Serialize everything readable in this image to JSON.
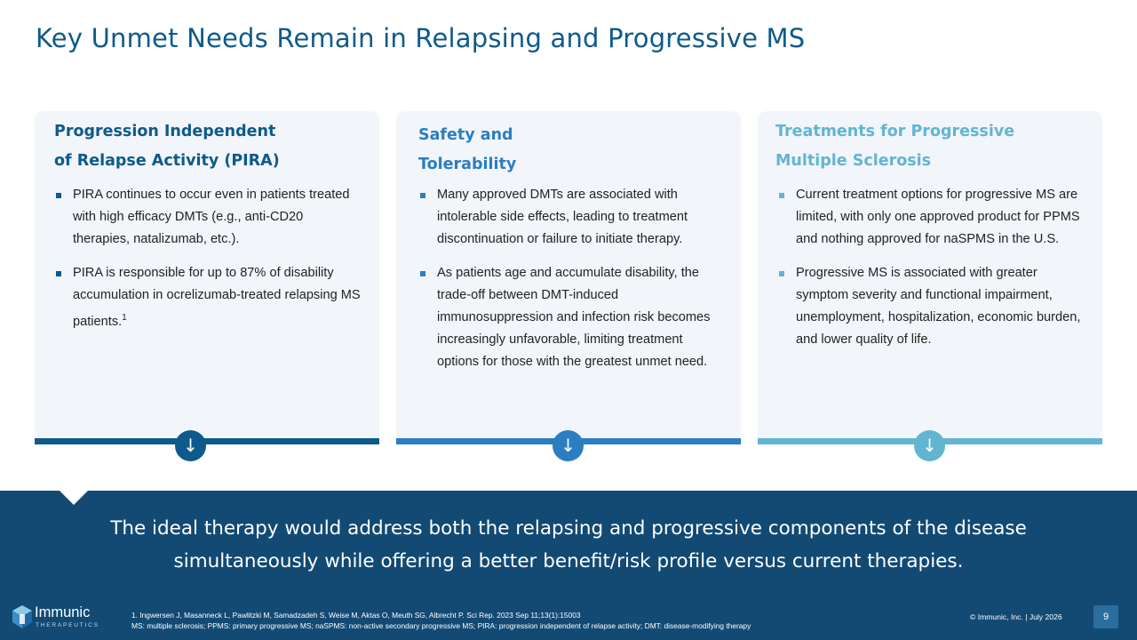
{
  "slide": {
    "title": "Key Unmet Needs Remain in Relapsing and Progressive MS"
  },
  "colors": {
    "card1_accent": "#0e5a8a",
    "card2_accent": "#2b7ec1",
    "card3_accent": "#62b5d2",
    "banner": "#124a74"
  },
  "cards": [
    {
      "heading_line1": "Progression Independent",
      "heading_line2": "of Relapse Activity (PIRA)",
      "bullets": [
        {
          "text": "PIRA continues to occur even in patients treated with high efficacy DMTs (e.g., anti-CD20 therapies, natalizumab, etc.)."
        },
        {
          "text": "PIRA is responsible for up to 87% of disability accumulation in ocrelizumab-treated relapsing MS patients.",
          "sup": "1"
        }
      ],
      "arrow_icon": "↓"
    },
    {
      "heading_line1": "Safety and",
      "heading_line2": "Tolerability",
      "bullets": [
        {
          "text": "Many approved DMTs are associated with intolerable side effects, leading to treatment discontinuation or failure to initiate therapy."
        },
        {
          "text": "As patients age and accumulate disability, the trade-off between DMT-induced immunosuppression and infection risk becomes increasingly unfavorable, limiting treatment options for those with the greatest unmet need."
        }
      ],
      "arrow_icon": "↓"
    },
    {
      "heading_line1": "Treatments for Progressive",
      "heading_line2": "Multiple Sclerosis",
      "bullets": [
        {
          "text": "Current treatment options for progressive MS are limited, with only one approved product for PPMS and nothing approved for naSPMS in the U.S."
        },
        {
          "text": "Progressive MS is associated with greater symptom severity and functional impairment, unemployment, hospitalization, economic burden, and lower quality of life."
        }
      ],
      "arrow_icon": "↓"
    }
  ],
  "banner": {
    "text": "The ideal therapy would address both the relapsing and progressive components of the disease simultaneously while offering a better benefit/risk profile versus current therapies."
  },
  "footer": {
    "logo_name": "Immunic",
    "logo_sub": "THERAPEUTICS",
    "footnote_1": "1. Ingwersen J, Masanneck L, Pawlitzki M, Samadzadeh S, Weise M, Aktas O, Meuth SG, Albrecht P. Sci Rep. 2023 Sep 11;13(1):15003",
    "footnote_2": "MS: multiple sclerosis; PPMS: primary progressive MS; naSPMS: non-active secondary progressive MS; PIRA: progression independent of relapse activity; DMT: disease-modifying therapy",
    "copyright": "© Immunic, Inc.  |  July 2026",
    "page_number": "9"
  }
}
